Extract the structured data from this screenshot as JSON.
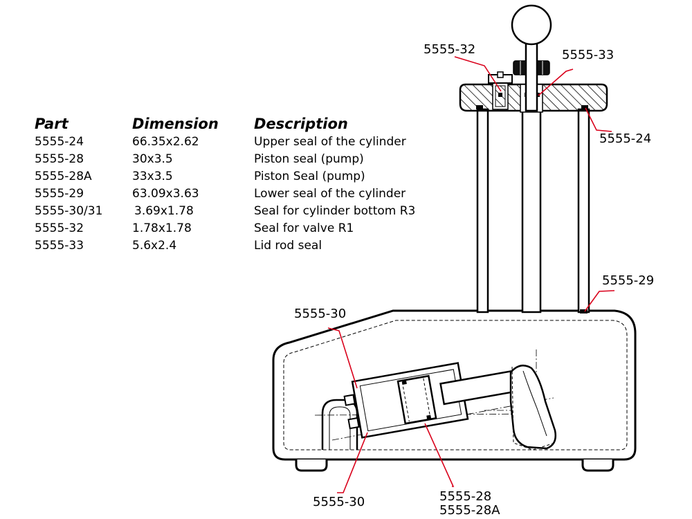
{
  "table": {
    "headers": [
      "Part",
      "Dimension",
      "Description"
    ],
    "rows": [
      [
        "5555-24",
        "66.35x2.62",
        "Upper seal of the cylinder"
      ],
      [
        "5555-28",
        "30x3.5",
        "Piston seal (pump)"
      ],
      [
        "5555-28A",
        "33x3.5",
        "Piston Seal (pump)"
      ],
      [
        "5555-29",
        "63.09x3.63",
        "Lower seal of the cylinder"
      ],
      [
        "5555-30/31",
        "3.69x1.78",
        "Seal for cylinder bottom R3"
      ],
      [
        "5555-32",
        "1.78x1.78",
        "Seal for valve R1"
      ],
      [
        "5555-33",
        "5.6x2.4",
        "Lid rod seal"
      ]
    ]
  },
  "callouts": {
    "c32": "5555-32",
    "c33": "5555-33",
    "c24": "5555-24",
    "c29": "5555-29",
    "c30a": "5555-30",
    "c30b": "5555-30",
    "c28": "5555-28",
    "c28a": "5555-28A"
  },
  "colors": {
    "leader": "#d9001b",
    "line": "#000000",
    "hatch": "#000000"
  }
}
